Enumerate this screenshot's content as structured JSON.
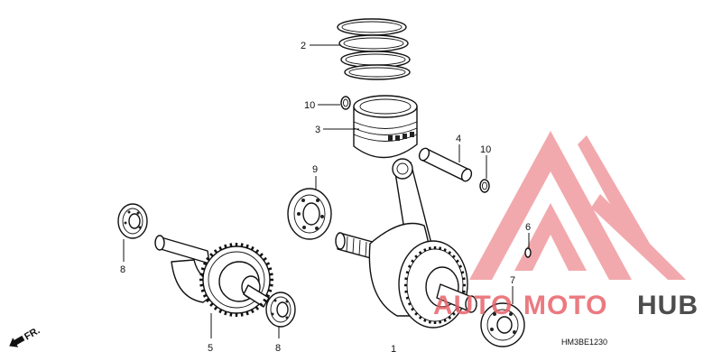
{
  "callouts": {
    "c1": "1",
    "c2": "2",
    "c3": "3",
    "c4": "4",
    "c5": "5",
    "c6": "6",
    "c7": "7",
    "c8a": "8",
    "c8b": "8",
    "c9": "9",
    "c10a": "10",
    "c10b": "10"
  },
  "front_indicator": "FR.",
  "diagram_code": "HM3BE1230",
  "watermark": {
    "text_part1": "AUTO",
    "text_part2": "MOTO",
    "text_part3": "HUB",
    "color_red": "#e8636b",
    "color_dark": "#3a3a3a"
  }
}
